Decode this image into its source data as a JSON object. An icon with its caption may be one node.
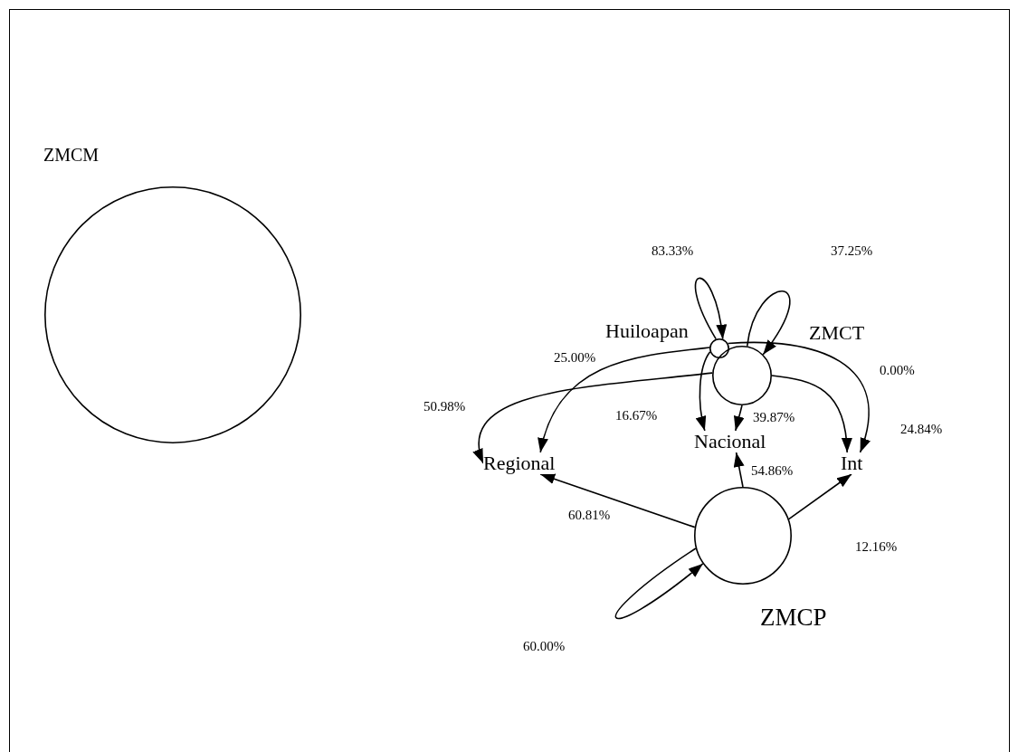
{
  "diagram": {
    "nodes": [
      {
        "text": [
          "ZMCM"
        ]
      },
      {
        "text": [
          "Huiloapan"
        ]
      },
      {
        "text": [
          "ZMCT"
        ]
      },
      {
        "text": [
          "ZMCP"
        ]
      },
      {
        "text": [
          "Regional"
        ]
      },
      {
        "text": [
          "Nacional"
        ]
      },
      {
        "text": [
          "Int"
        ]
      }
    ],
    "edges": [
      {
        "from": 1,
        "to": 1,
        "arrow": "to",
        "label": "83.33%"
      },
      {
        "from": 2,
        "to": 2,
        "arrow": "to",
        "label": "37.25%"
      },
      {
        "from": 1,
        "to": 4,
        "arrow": "to",
        "label": "25.00%"
      },
      {
        "from": 2,
        "to": 4,
        "arrow": "to",
        "label": "50.98%"
      },
      {
        "from": 1,
        "to": 5,
        "arrow": "to",
        "label": "16.67%"
      },
      {
        "from": 2,
        "to": 5,
        "arrow": "to",
        "label": "39.87%"
      },
      {
        "from": 1,
        "to": 6,
        "arrow": "to",
        "label": "0.00%"
      },
      {
        "from": 2,
        "to": 6,
        "arrow": "to",
        "label": "24.84%"
      },
      {
        "from": 3,
        "to": 4,
        "arrow": "to",
        "label": "60.81%"
      },
      {
        "from": 3,
        "to": 5,
        "arrow": "to",
        "label": "54.86%"
      },
      {
        "from": 3,
        "to": 6,
        "arrow": "to",
        "label": "12.16%"
      },
      {
        "from": 3,
        "to": 3,
        "arrow": "to",
        "label": "60.00%"
      }
    ]
  }
}
